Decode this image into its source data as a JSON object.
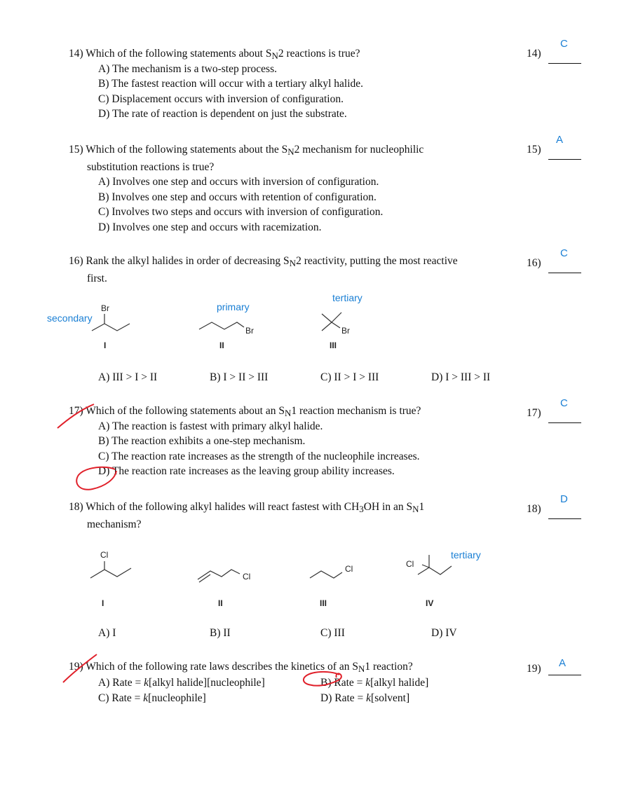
{
  "questions": [
    {
      "number": "14)",
      "stem_pre": "Which of the following statements about S",
      "stem_sub": "N",
      "stem_post": "2 reactions is true?",
      "options": [
        "A) The mechanism is a two-step process.",
        "B) The fastest reaction will occur with a tertiary alkyl halide.",
        "C) Displacement occurs with inversion of configuration.",
        "D) The rate of reaction is dependent on just the substrate."
      ],
      "answer_label": "14)",
      "answer": "C"
    },
    {
      "number": "15)",
      "stem_pre": "Which of the following statements about the S",
      "stem_sub": "N",
      "stem_post": "2 mechanism for nucleophilic",
      "stem_cont": "substitution reactions is true?",
      "options": [
        "A) Involves one step and occurs with inversion of configuration.",
        "B) Involves one step and occurs with retention of configuration.",
        "C) Involves two steps and occurs with inversion of configuration.",
        "D) Involves one step and occurs with racemization."
      ],
      "answer_label": "15)",
      "answer": "A"
    },
    {
      "number": "16)",
      "stem_pre": "Rank the alkyl halides in order of decreasing S",
      "stem_sub": "N",
      "stem_post": "2 reactivity, putting the most reactive",
      "stem_cont": "first.",
      "structures": [
        {
          "roman": "I",
          "atom": "Br",
          "note": "secondary"
        },
        {
          "roman": "II",
          "atom": "Br",
          "note": "primary"
        },
        {
          "roman": "III",
          "atom": "Br",
          "note": "tertiary"
        }
      ],
      "options": [
        "A) III > I > II",
        "B) I > II > III",
        "C) II > I > III",
        "D) I > III > II"
      ],
      "answer_label": "16)",
      "answer": "C"
    },
    {
      "number": "17)",
      "stem_pre": "Which of the following statements about an S",
      "stem_sub": "N",
      "stem_post": "1 reaction mechanism is true?",
      "options": [
        "A) The reaction is fastest with primary alkyl halide.",
        "B) The reaction exhibits a one-step mechanism.",
        "C) The reaction rate increases as the strength of the nucleophile increases.",
        "D) The reaction rate increases as the leaving group ability increases."
      ],
      "answer_label": "17)",
      "answer": "C"
    },
    {
      "number": "18)",
      "stem_pre": "Which of the following alkyl halides will react fastest with CH",
      "stem_sub1": "3",
      "stem_mid": "OH in an S",
      "stem_sub": "N",
      "stem_post": "1",
      "stem_cont": "mechanism?",
      "structures": [
        {
          "roman": "I",
          "atom": "Cl"
        },
        {
          "roman": "II",
          "atom": "Cl"
        },
        {
          "roman": "III",
          "atom": "Cl"
        },
        {
          "roman": "IV",
          "atom": "Cl",
          "note": "tertiary"
        }
      ],
      "options": [
        "A) I",
        "B) II",
        "C) III",
        "D) IV"
      ],
      "answer_label": "18)",
      "answer": "D"
    },
    {
      "number": "19)",
      "stem_pre": "Which of the following rate laws describes the kinetics of an S",
      "stem_sub": "N",
      "stem_post": "1 reaction?",
      "options": [
        {
          "prefix": "A) Rate = ",
          "k": "k",
          "rest": "[alkyl halide][nucleophile]"
        },
        {
          "prefix": "B) Rate = ",
          "k": "k",
          "rest": "[alkyl halide]"
        },
        {
          "prefix": "C) Rate = ",
          "k": "k",
          "rest": "[nucleophile]"
        },
        {
          "prefix": "D) Rate = ",
          "k": "k",
          "rest": "[solvent]"
        }
      ],
      "answer_label": "19)",
      "answer": "A"
    }
  ],
  "colors": {
    "handwriting_blue": "#1a7fd4",
    "pen_red": "#e0202a",
    "text": "#111111"
  }
}
